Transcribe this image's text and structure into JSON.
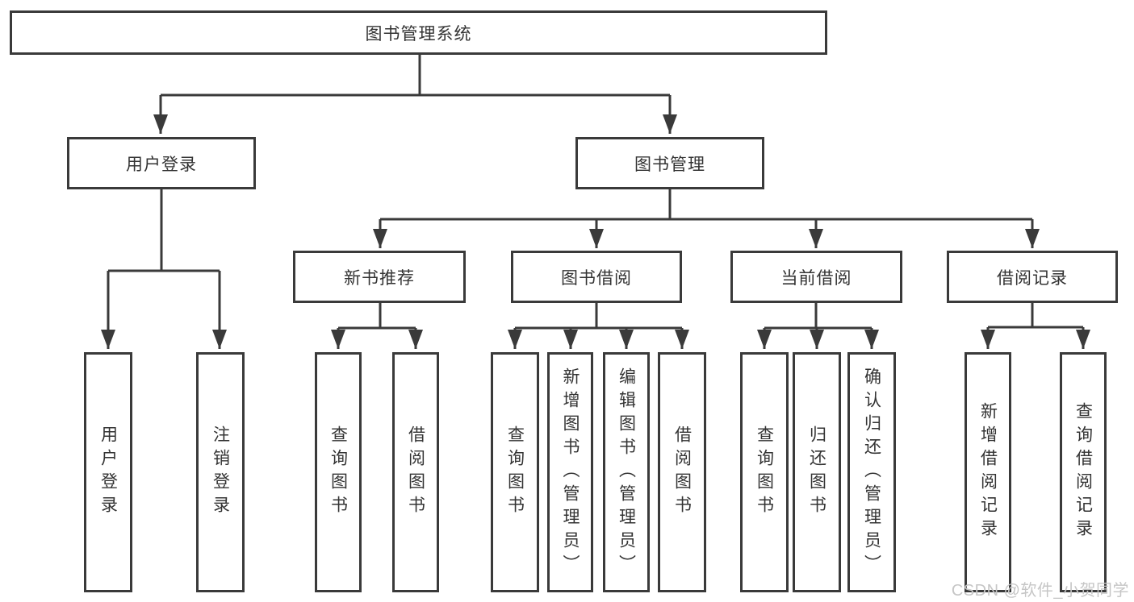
{
  "colors": {
    "line": "#3a3a3a",
    "text": "#333333",
    "watermark": "#c6c6c6",
    "background": "#ffffff"
  },
  "diagram": {
    "title": "图书管理系统",
    "level2": [
      {
        "label": "用户登录"
      },
      {
        "label": "图书管理"
      }
    ],
    "level3": [
      {
        "label": "新书推荐"
      },
      {
        "label": "图书借阅"
      },
      {
        "label": "当前借阅"
      },
      {
        "label": "借阅记录"
      }
    ],
    "leaves": {
      "user_login": [
        {
          "label": "用户登录"
        },
        {
          "label": "注销登录"
        }
      ],
      "new_book": [
        {
          "label": "查询图书"
        },
        {
          "label": "借阅图书"
        }
      ],
      "book_borrow": [
        {
          "label": "查询图书"
        },
        {
          "label": "新增图书（管理员）"
        },
        {
          "label": "编辑图书（管理员）"
        },
        {
          "label": "借阅图书"
        }
      ],
      "current_borrow": [
        {
          "label": "查询图书"
        },
        {
          "label": "归还图书"
        },
        {
          "label": "确认归还（管理员）"
        }
      ],
      "borrow_records": [
        {
          "label": "新增借阅记录"
        },
        {
          "label": "查询借阅记录"
        }
      ]
    }
  },
  "watermark": {
    "text": "CSDN @软件_小贺同学"
  }
}
